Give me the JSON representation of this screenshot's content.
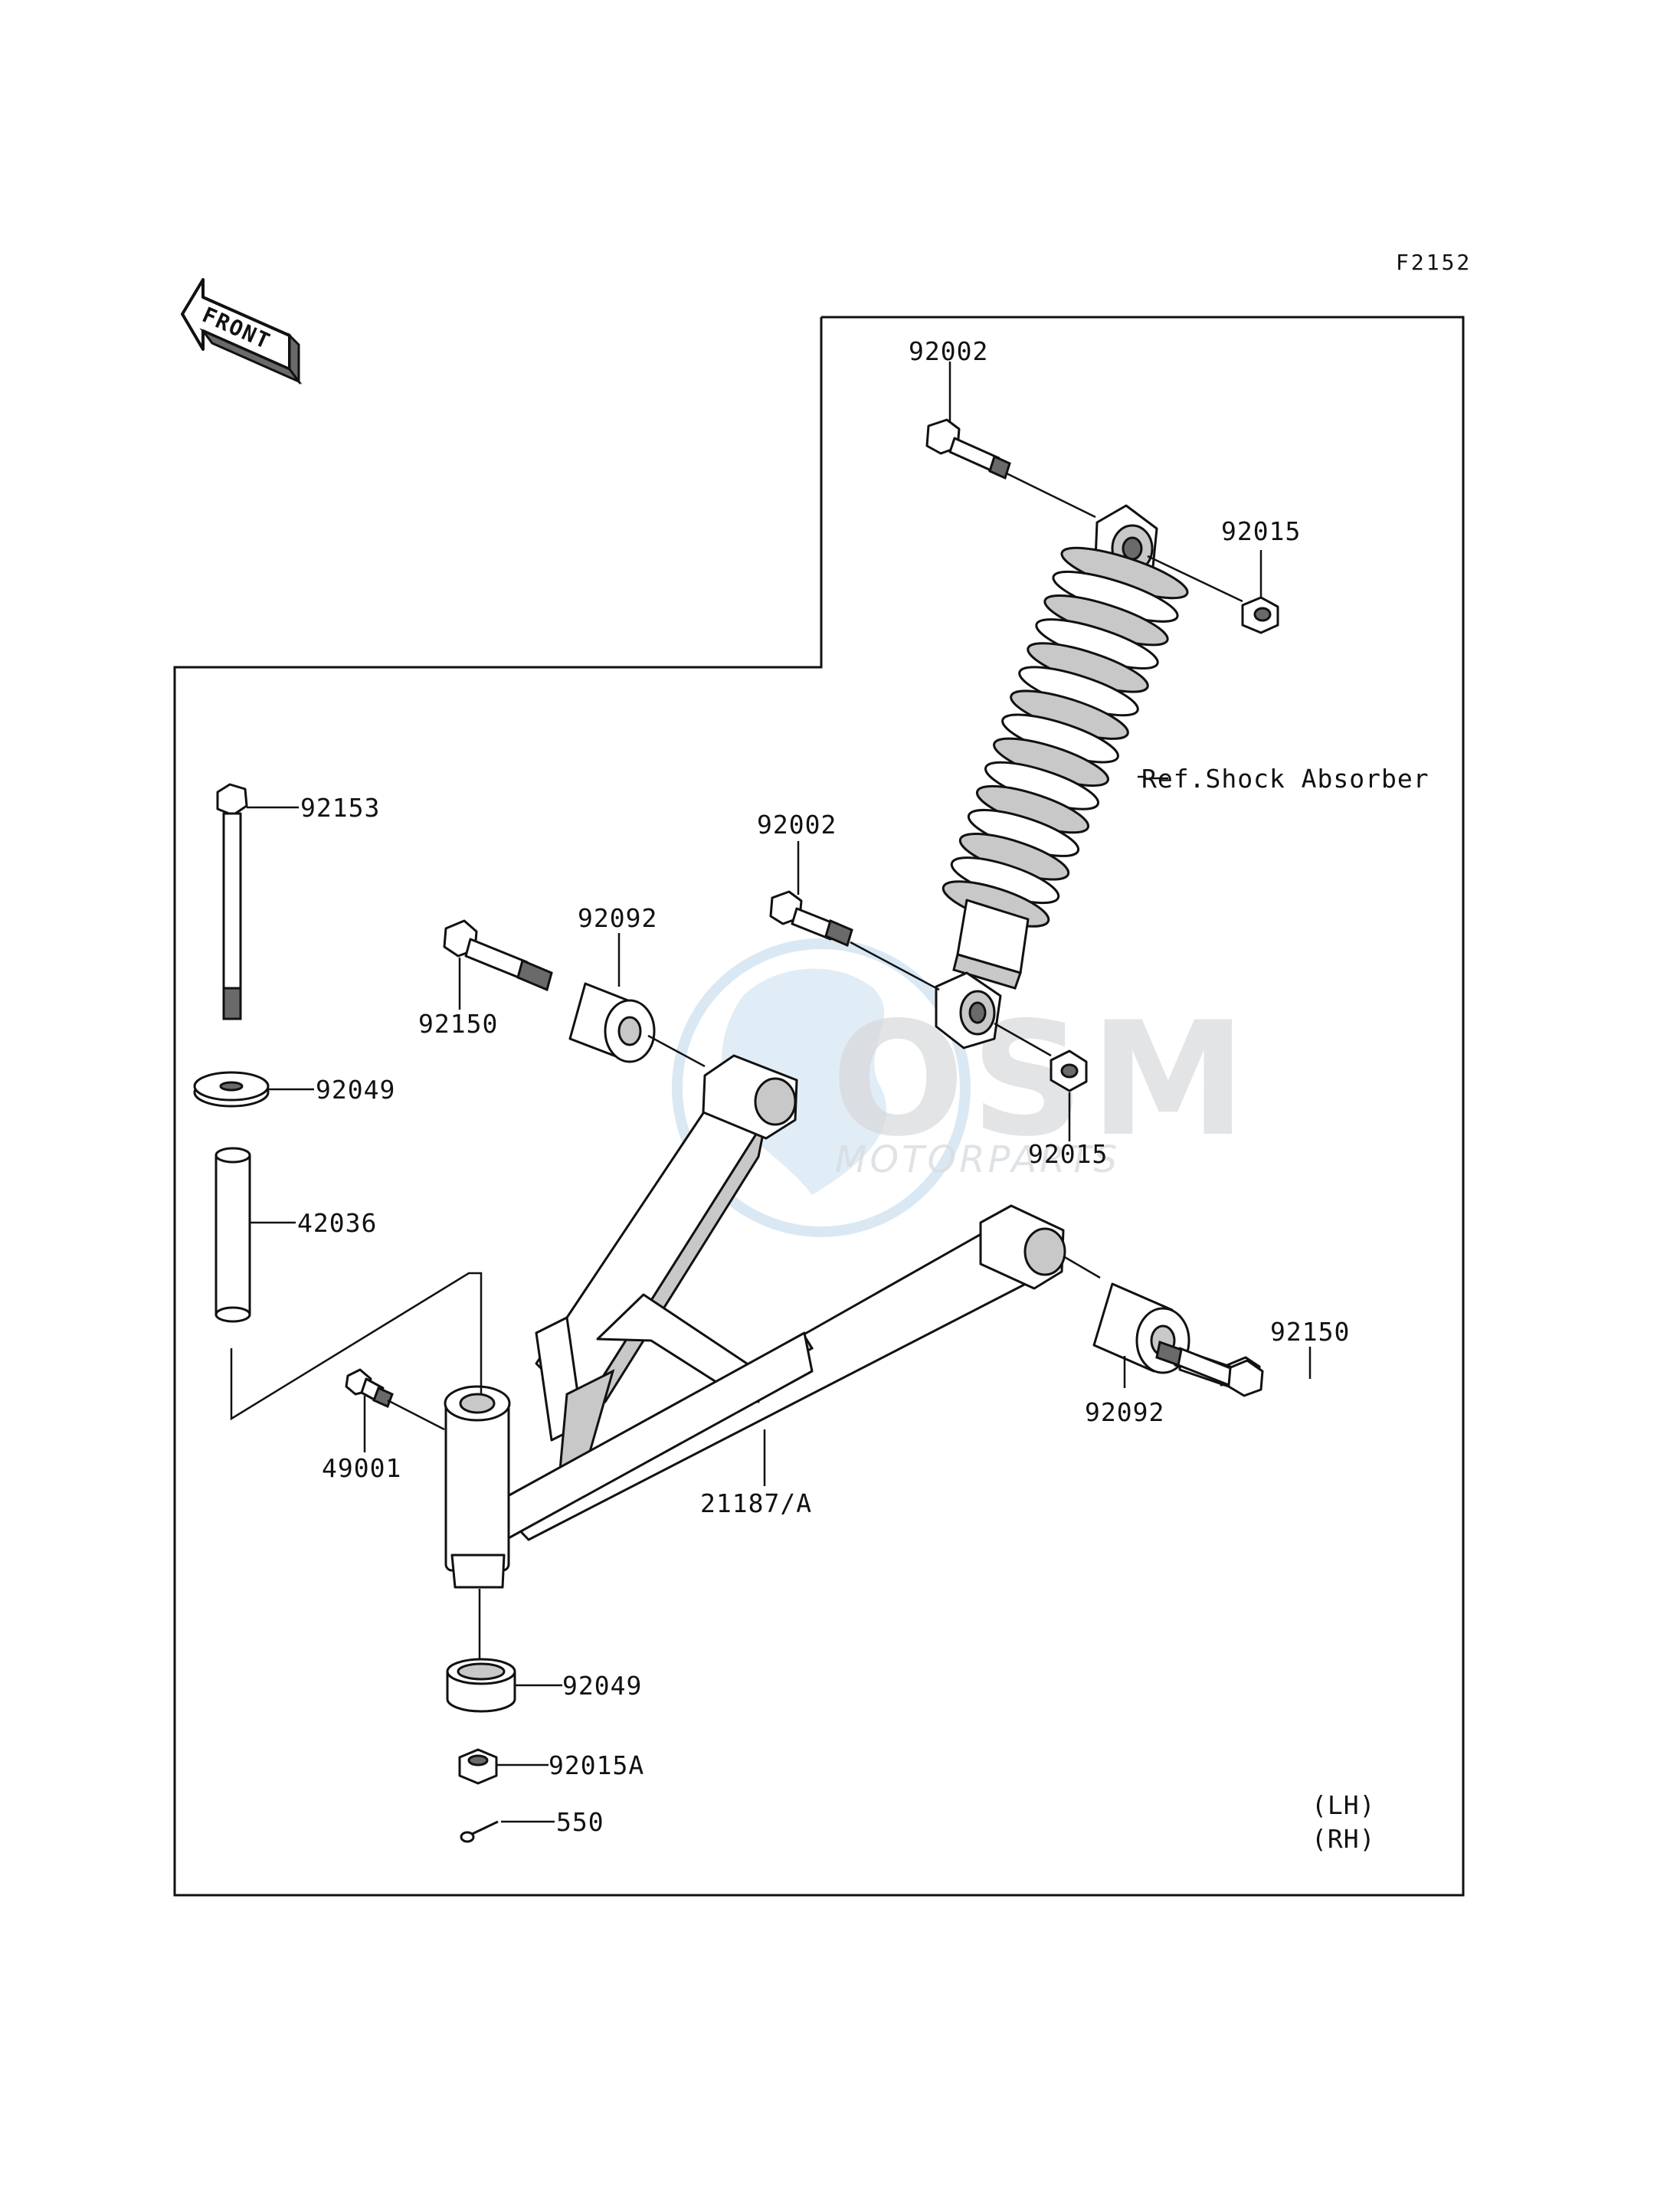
{
  "figure_code": "F2152",
  "front_arrow_label": "FRONT",
  "watermark": {
    "brand": "OSM",
    "subtitle": "MOTORPARTS"
  },
  "callouts": {
    "bolt_top": "92002",
    "nut_top": "92015",
    "shock_ref": "Ref.Shock Absorber",
    "bolt_mid": "92002",
    "bushing_left": "92092",
    "bolt_left": "92150",
    "nut_mid": "92015",
    "pivot_bolt": "92153",
    "washer_top": "92049",
    "collar": "42036",
    "grease_fitting": "49001",
    "arm": "21187/A",
    "bushing_right": "92092",
    "bolt_right": "92150",
    "seal_bottom": "92049",
    "nut_bottom": "92015A",
    "cotter_pin": "550"
  },
  "side_labels": {
    "left_hand": "(LH)",
    "right_hand": "(RH)"
  }
}
